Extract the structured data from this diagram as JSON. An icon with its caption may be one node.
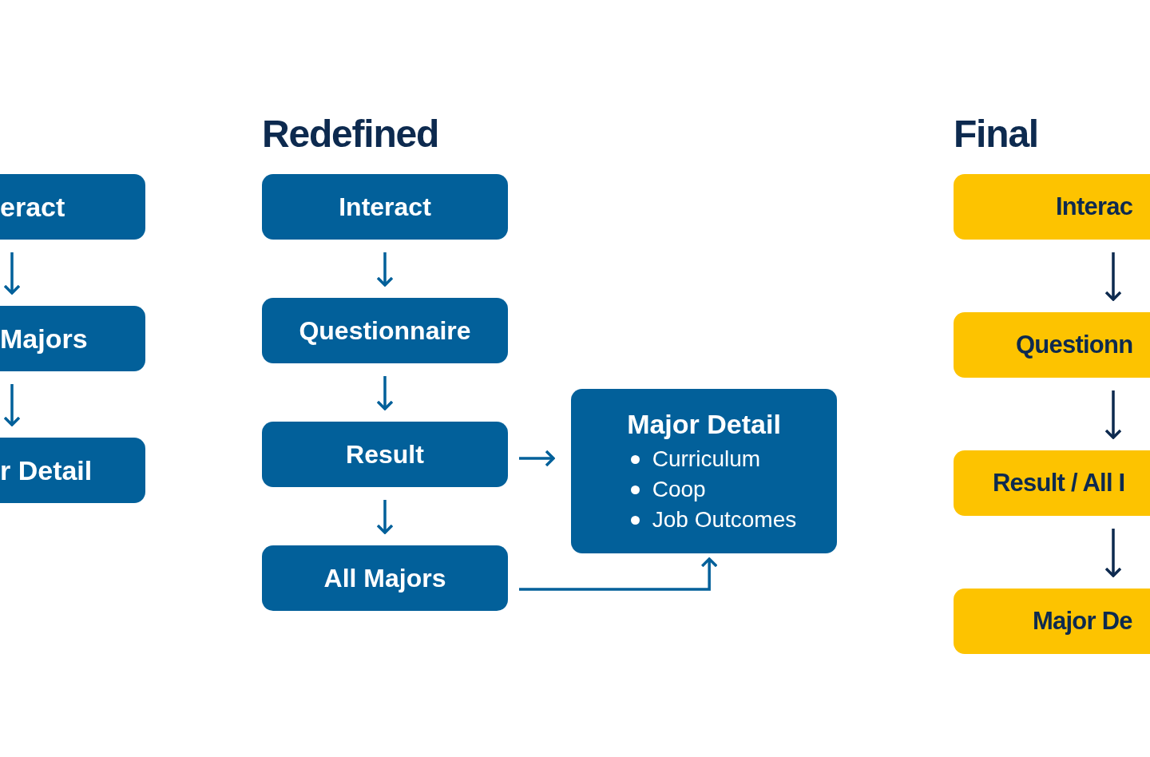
{
  "diagram": {
    "nodes": [
      {
        "text": [
          "eract"
        ]
      },
      {
        "text": [
          "Majors"
        ]
      },
      {
        "text": [
          "r Detail"
        ]
      },
      {
        "text": [
          "Interact"
        ]
      },
      {
        "text": [
          "Questionnaire"
        ]
      },
      {
        "text": [
          "Result"
        ]
      },
      {
        "text": [
          "All Majors"
        ]
      },
      {
        "text": [
          "Major Detail",
          "Curriculum",
          "Coop",
          "Job Outcomes"
        ]
      },
      {
        "text": [
          "Interac"
        ]
      },
      {
        "text": [
          "Questionn"
        ]
      },
      {
        "text": [
          "Result / All I"
        ]
      },
      {
        "text": [
          "Major De"
        ]
      }
    ],
    "edges": [
      {
        "from": 0,
        "to": 1,
        "arrow": "to"
      },
      {
        "from": 1,
        "to": 2,
        "arrow": "to"
      },
      {
        "from": 3,
        "to": 4,
        "arrow": "to"
      },
      {
        "from": 4,
        "to": 5,
        "arrow": "to"
      },
      {
        "from": 5,
        "to": 6,
        "arrow": "to"
      },
      {
        "from": 5,
        "to": 7,
        "arrow": "to"
      },
      {
        "from": 6,
        "to": 7,
        "arrow": "to"
      },
      {
        "from": 8,
        "to": 9,
        "arrow": "to",
        "color": "#0d2a4f"
      },
      {
        "from": 9,
        "to": 10,
        "arrow": "to",
        "color": "#0d2a4f"
      },
      {
        "from": 10,
        "to": 11,
        "arrow": "to",
        "color": "#0d2a4f"
      }
    ],
    "labels": [
      "Redefined",
      "Final"
    ]
  }
}
